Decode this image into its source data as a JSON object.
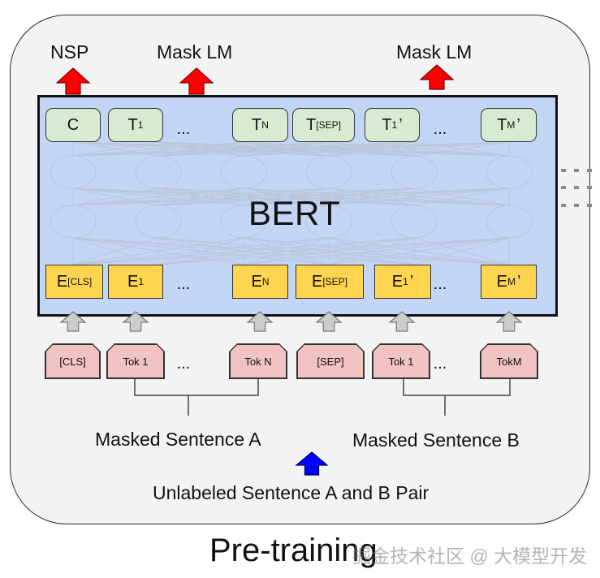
{
  "outputs": {
    "nsp": "NSP",
    "mask_lm_1": "Mask LM",
    "mask_lm_2": "Mask LM"
  },
  "model": {
    "name": "BERT"
  },
  "t_row": [
    {
      "main": "C",
      "sub": ""
    },
    {
      "main": "T",
      "sub": "1"
    },
    {
      "main": "...",
      "sub": ""
    },
    {
      "main": "T",
      "sub": "N"
    },
    {
      "main": "T",
      "sub": "[SEP]"
    },
    {
      "main": "T",
      "sub": "1",
      "prime": "’"
    },
    {
      "main": "...",
      "sub": ""
    },
    {
      "main": "T",
      "sub": "M",
      "prime": "’"
    }
  ],
  "e_row": [
    {
      "main": "E",
      "sub": "[CLS]"
    },
    {
      "main": "E",
      "sub": "1"
    },
    {
      "main": "...",
      "sub": ""
    },
    {
      "main": "E",
      "sub": "N"
    },
    {
      "main": "E",
      "sub": "[SEP]"
    },
    {
      "main": "E",
      "sub": "1",
      "prime": "’"
    },
    {
      "main": "...",
      "sub": ""
    },
    {
      "main": "E",
      "sub": "M",
      "prime": "’"
    }
  ],
  "hidden_ellipsis": "...",
  "tokens": [
    "[CLS]",
    "Tok 1",
    "...",
    "Tok N",
    "[SEP]",
    "Tok 1",
    "...",
    "TokM"
  ],
  "captions": {
    "sentence_a": "Masked Sentence A",
    "sentence_b": "Masked Sentence B",
    "input": "Unlabeled Sentence A and B Pair"
  },
  "title": "Pre-training",
  "watermark": "掘金技术社区 @ 大模型开发",
  "colors": {
    "panel": "#f3f3f3",
    "bert": "#c3d6f5",
    "t_box": "#d9ead3",
    "e_box": "#ffd54f",
    "token": "#f2c3c3",
    "output_arrow": "#ff0000",
    "input_arrow": "#0000ff",
    "flow_arrow": "#cccccc"
  }
}
